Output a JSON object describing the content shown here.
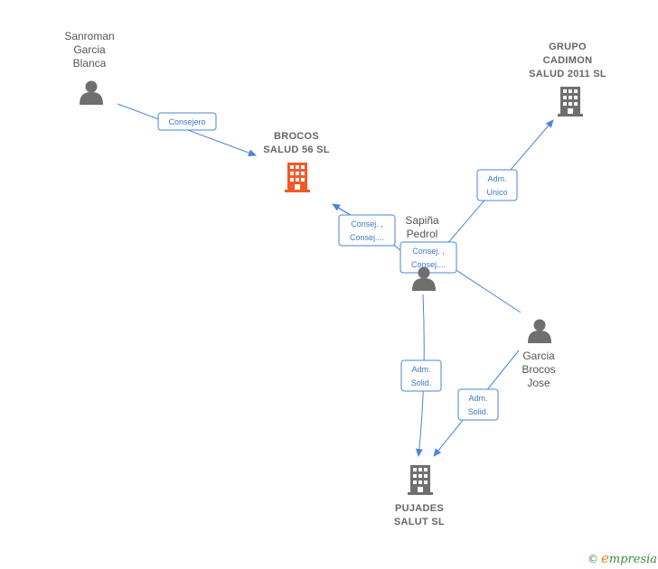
{
  "nodes": {
    "sanroman": {
      "label_lines": [
        "Sanroman",
        "Garcia",
        "Blanca"
      ],
      "kind": "person"
    },
    "brocos": {
      "label_lines": [
        "BROCOS",
        "SALUD 56  SL"
      ],
      "kind": "company",
      "focus": true
    },
    "grupo": {
      "label_lines": [
        "GRUPO",
        "CADIMON",
        "SALUD 2011  SL"
      ],
      "kind": "company"
    },
    "sapina": {
      "label_lines": [
        "Sapiña",
        "Pedrol"
      ],
      "kind": "person"
    },
    "garcia": {
      "label_lines": [
        "Garcia",
        "Brocos",
        "Jose"
      ],
      "kind": "person"
    },
    "pujades": {
      "label_lines": [
        "PUJADES",
        "SALUT  SL"
      ],
      "kind": "company"
    }
  },
  "edges": {
    "consejero": {
      "lines": [
        "Consejero"
      ]
    },
    "consej_a": {
      "lines": [
        "Consej. ,",
        "Consej...."
      ]
    },
    "consej_b": {
      "lines": [
        "Consej. ,",
        "Consej...."
      ]
    },
    "adm_unico": {
      "lines": [
        "Adm.",
        "Unico"
      ]
    },
    "adm_solid_a": {
      "lines": [
        "Adm.",
        "Solid."
      ]
    },
    "adm_solid_b": {
      "lines": [
        "Adm.",
        "Solid."
      ]
    }
  },
  "colors": {
    "edge": "#4a86d6",
    "person_icon": "#6f6f6f",
    "company_icon": "#6f6f6f",
    "focus_company": "#f05a28"
  },
  "watermark": {
    "copyright": "©",
    "brand_initial": "e",
    "brand_rest": "mpresia"
  }
}
